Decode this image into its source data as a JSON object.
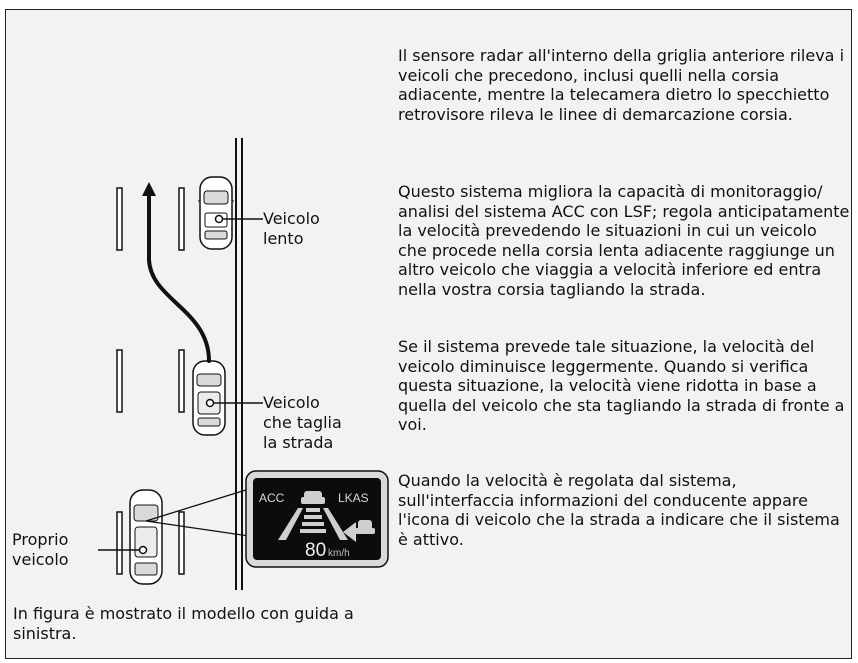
{
  "illustration": {
    "labels": {
      "slow_vehicle": "Veicolo\nlento",
      "cutting_vehicle": "Veicolo\nche taglia\nla strada",
      "own_vehicle": "Proprio\nveicolo"
    },
    "display": {
      "acc": "ACC",
      "lkas": "LKAS",
      "speed": "80",
      "unit": "km/h"
    }
  },
  "paragraphs": [
    "Il sensore radar all'interno della griglia anteriore rileva i veicoli che precedono, inclusi quelli nella corsia adiacente, mentre la telecamera dietro lo specchietto retrovisore rileva le linee di demarcazione corsia.",
    "Questo sistema migliora la capacità di monitoraggio/ analisi del sistema ACC con LSF; regola anticipatamente la velocità prevedendo le situazioni in cui un veicolo che procede nella corsia lenta adiacente raggiunge un altro veicolo che viaggia a velocità inferiore ed entra nella vostra corsia tagliando la strada.",
    "Se il sistema prevede tale situazione, la velocità del veicolo diminuisce leggermente. Quando si verifica questa situazione, la velocità viene ridotta in base a quella del veicolo che sta tagliando la strada di fronte a voi.",
    "Quando la velocità è regolata dal sistema, sull'interfaccia informazioni del conducente appare l'icona di veicolo che la strada a indicare che il sistema è attivo."
  ],
  "caption": "In figura è mostrato il modello con guida a sinistra."
}
